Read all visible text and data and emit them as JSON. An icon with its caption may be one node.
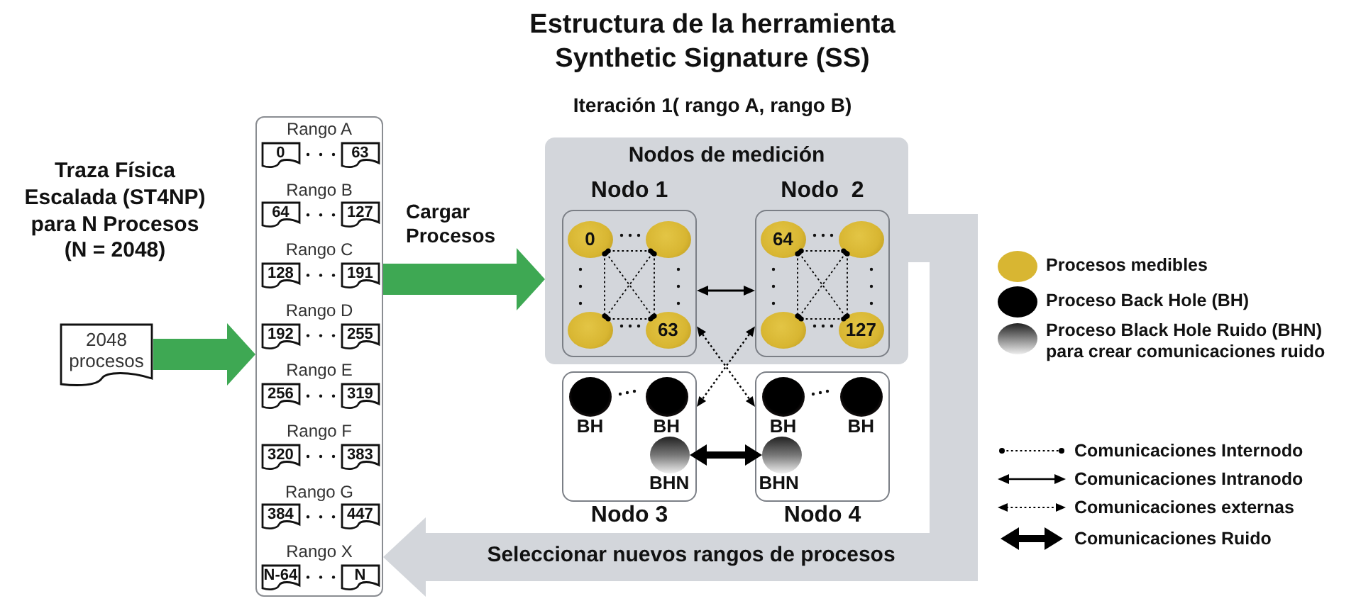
{
  "diagram": {
    "title": "Estructura de la herramienta Synthetic Signature (SS)",
    "nodes": [
      {
        "text": [
          "2048 procesos"
        ]
      },
      {
        "text": [],
        "shape": "box"
      },
      {
        "text": [
          "0"
        ],
        "in": 1
      },
      {
        "text": [
          "63"
        ],
        "in": 1
      },
      {
        "text": [
          "64"
        ],
        "in": 1
      },
      {
        "text": [
          "127"
        ],
        "in": 1
      },
      {
        "text": [
          "128"
        ],
        "in": 1
      },
      {
        "text": [
          "191"
        ],
        "in": 1
      },
      {
        "text": [
          "192"
        ],
        "in": 1
      },
      {
        "text": [
          "255"
        ],
        "in": 1
      },
      {
        "text": [
          "256"
        ],
        "in": 1
      },
      {
        "text": [
          "319"
        ],
        "in": 1
      },
      {
        "text": [
          "320"
        ],
        "in": 1
      },
      {
        "text": [
          "383"
        ],
        "in": 1
      },
      {
        "text": [
          "384"
        ],
        "in": 1
      },
      {
        "text": [
          "447"
        ],
        "in": 1
      },
      {
        "text": [
          "N-64"
        ],
        "in": 1
      },
      {
        "text": [
          "N"
        ],
        "in": 1
      },
      {
        "text": [
          "Nodos de medición"
        ]
      },
      {
        "text": [
          "Nodo 1"
        ],
        "in": 18
      },
      {
        "text": [
          "0"
        ],
        "in": 19
      },
      {
        "text": [],
        "shape": "circle",
        "in": 19
      },
      {
        "text": [],
        "shape": "circle",
        "in": 19
      },
      {
        "text": [
          "63"
        ],
        "in": 19
      },
      {
        "text": [
          "Nodo  2"
        ],
        "in": 18
      },
      {
        "text": [
          "64"
        ],
        "in": 24
      },
      {
        "text": [],
        "shape": "circle",
        "in": 24
      },
      {
        "text": [],
        "shape": "circle",
        "in": 24
      },
      {
        "text": [
          "127"
        ],
        "in": 24
      },
      {
        "text": [
          "Nodo 3"
        ]
      },
      {
        "text": [],
        "shape": "circle",
        "beside": [
          "BH"
        ],
        "in": 29
      },
      {
        "text": [],
        "shape": "circle",
        "beside": [
          "BH"
        ],
        "in": 29
      },
      {
        "text": [],
        "shape": "circle",
        "beside": [
          "BHN"
        ],
        "in": 29
      },
      {
        "text": [
          "Nodo 4"
        ]
      },
      {
        "text": [],
        "shape": "circle",
        "beside": [
          "BH"
        ],
        "in": 33
      },
      {
        "text": [],
        "shape": "circle",
        "beside": [
          "BH"
        ],
        "in": 33
      },
      {
        "text": [],
        "shape": "circle",
        "beside": [
          "BHN"
        ],
        "in": 33
      }
    ],
    "edges": [
      {
        "from": 0,
        "to": 1,
        "arrow": "to",
        "style": "thick",
        "color": "#3ea853"
      },
      {
        "from": 1,
        "to": 18,
        "arrow": "to",
        "style": "thick",
        "color": "#3ea853",
        "label": "Cargar Procesos"
      },
      {
        "from": 18,
        "to": 1,
        "arrow": "to",
        "style": "thick",
        "color": "#d3d6db",
        "label": "Seleccionar nuevos rangos de procesos"
      },
      {
        "from": 20,
        "to": 21,
        "arrow": "other",
        "style": "dashed"
      },
      {
        "from": 22,
        "to": 23,
        "arrow": "other",
        "style": "dashed"
      },
      {
        "from": 20,
        "to": 22,
        "arrow": "other",
        "style": "dashed"
      },
      {
        "from": 21,
        "to": 23,
        "arrow": "other",
        "style": "dashed"
      },
      {
        "from": 20,
        "to": 23,
        "arrow": "other",
        "style": "dashed"
      },
      {
        "from": 21,
        "to": 22,
        "arrow": "other",
        "style": "dashed"
      },
      {
        "from": 25,
        "to": 26,
        "arrow": "other",
        "style": "dashed"
      },
      {
        "from": 27,
        "to": 28,
        "arrow": "other",
        "style": "dashed"
      },
      {
        "from": 25,
        "to": 27,
        "arrow": "other",
        "style": "dashed"
      },
      {
        "from": 26,
        "to": 28,
        "arrow": "other",
        "style": "dashed"
      },
      {
        "from": 25,
        "to": 28,
        "arrow": "other",
        "style": "dashed"
      },
      {
        "from": 26,
        "to": 27,
        "arrow": "other",
        "style": "dashed"
      },
      {
        "from": 19,
        "to": 24,
        "arrow": "both"
      },
      {
        "from": 19,
        "to": 33,
        "arrow": "both",
        "style": "dashed"
      },
      {
        "from": 24,
        "to": 29,
        "arrow": "both",
        "style": "dashed"
      },
      {
        "from": 32,
        "to": 36,
        "arrow": "both",
        "style": "thick"
      }
    ],
    "labels": [
      "Iteración 1( rango A, rango B)",
      "Traza Física Escalada (ST4NP) para N Procesos (N = 2048)",
      "Rango A",
      "Rango B",
      "Rango C",
      "Rango D",
      "Rango E",
      "Rango F",
      "Rango G",
      "Rango X"
    ],
    "legend": [
      {
        "text": "Procesos medibles",
        "color": "#d8b632"
      },
      {
        "text": "Proceso Back Hole (BH)",
        "color": "#000000"
      },
      {
        "text": "Proceso Black Hole Ruido (BHN) para crear comunicaciones ruido"
      },
      {
        "text": "Comunicaciones Internodo"
      },
      {
        "text": "Comunicaciones Intranodo"
      },
      {
        "text": "Comunicaciones externas"
      },
      {
        "text": "Comunicaciones Ruido"
      }
    ]
  }
}
